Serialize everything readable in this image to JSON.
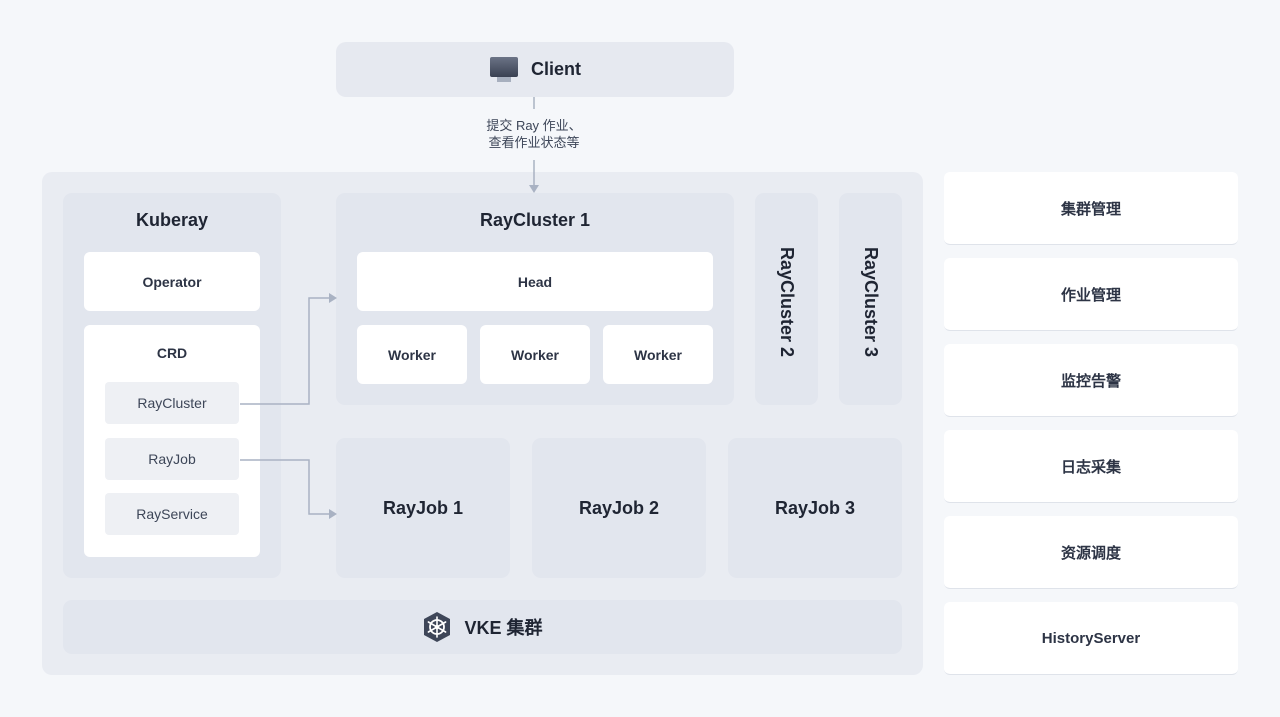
{
  "client": {
    "label": "Client",
    "icon": "monitor-icon"
  },
  "submit_text": {
    "line1": "提交 Ray 作业、",
    "line2": "查看作业状态等"
  },
  "kuberay": {
    "title": "Kuberay",
    "operator": "Operator",
    "crd": {
      "title": "CRD",
      "items": [
        "RayCluster",
        "RayJob",
        "RayService"
      ]
    }
  },
  "raycluster1": {
    "title": "RayCluster 1",
    "head": "Head",
    "workers": [
      "Worker",
      "Worker",
      "Worker"
    ]
  },
  "raycluster2": {
    "title": "RayCluster 2"
  },
  "raycluster3": {
    "title": "RayCluster 3"
  },
  "rayjobs": [
    "RayJob 1",
    "RayJob 2",
    "RayJob 3"
  ],
  "vke": {
    "label": "VKE 集群",
    "icon": "kubernetes-icon"
  },
  "side_items": [
    "集群管理",
    "作业管理",
    "监控告警",
    "日志采集",
    "资源调度",
    "HistoryServer"
  ],
  "colors": {
    "background": "#f5f7fa",
    "panel": "#e2e6ee",
    "outer": "#e9ecf2",
    "connector": "#a9b2c3",
    "text": "#1f2533"
  }
}
